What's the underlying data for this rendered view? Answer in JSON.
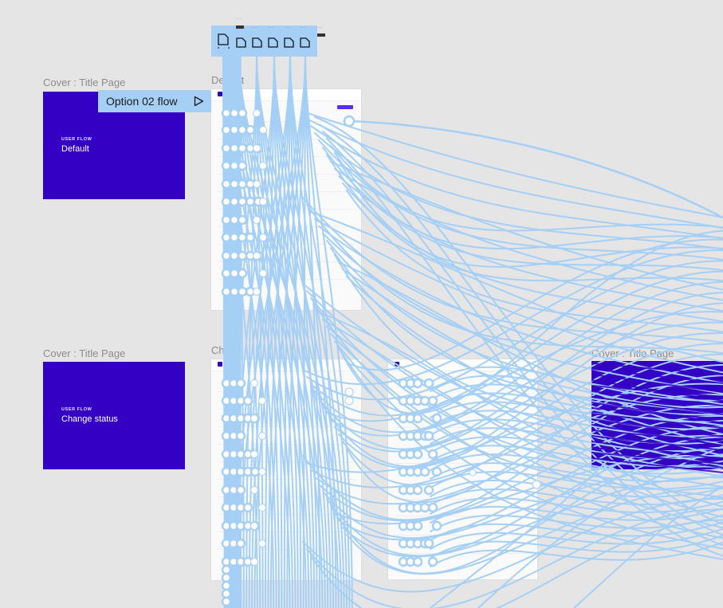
{
  "canvas": {
    "background": "#e5e5e5",
    "connector_color": "#a5cff5",
    "brand_color": "#3300c4"
  },
  "covers": [
    {
      "section_label": "Cover : Title Page",
      "kicker": "USER FLOW",
      "name": "Default"
    },
    {
      "section_label": "Cover : Title Page",
      "kicker": "USER FLOW",
      "name": "Change status"
    },
    {
      "section_label": "Cover : Title Page"
    }
  ],
  "frames": [
    {
      "label": "Default"
    },
    {
      "label": "Ch"
    },
    {
      "label": ""
    }
  ],
  "flow": {
    "name": "Option 02 flow",
    "play_icon": "play-icon"
  },
  "toolbar": {
    "icons": [
      "frame-icon",
      "frame-icon",
      "frame-icon",
      "frame-icon",
      "frame-icon",
      "frame-icon"
    ],
    "more_label": "..."
  }
}
